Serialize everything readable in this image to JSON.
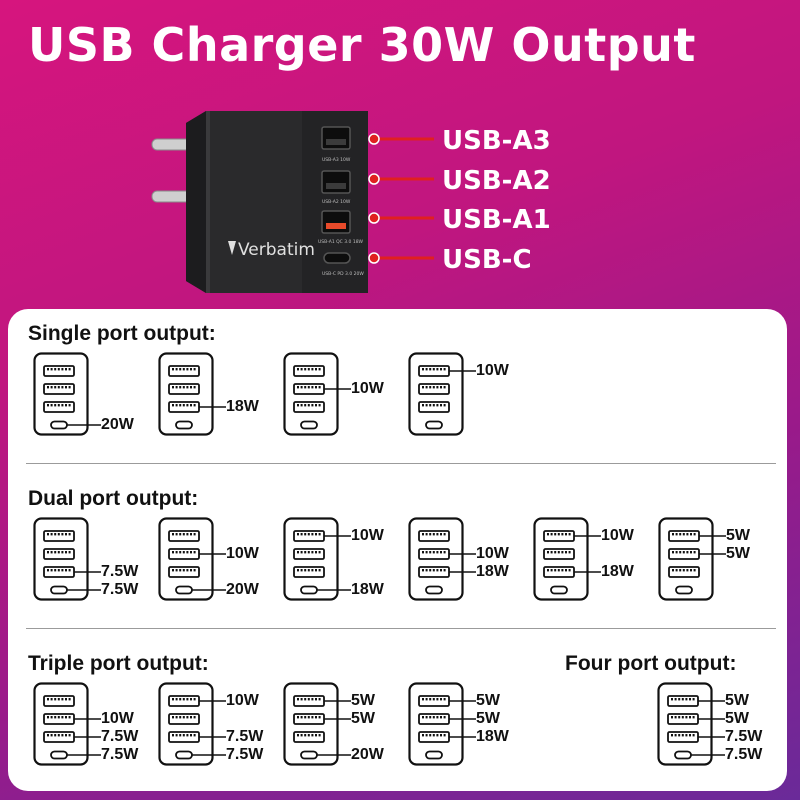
{
  "title": "USB Charger 30W Output",
  "brand": "Verbatim",
  "port_labels": [
    "USB-A3",
    "USB-A2",
    "USB-A1",
    "USB-C"
  ],
  "port_prints": [
    "USB-A3 10W",
    "USB-A2 10W",
    "USB-A1 QC 3.0 18W",
    "USB-C PD 3.0 20W"
  ],
  "colors": {
    "accent_red": "#e02020",
    "qc_orange": "#e84a2a",
    "gradient_top": "#d6157e",
    "gradient_bottom": "#6a2a99"
  },
  "sections": {
    "single": "Single port output:",
    "dual": "Dual port output:",
    "triple": "Triple port output:",
    "four": "Four port output:"
  },
  "diagrams": {
    "single": [
      {
        "ports": [
          "",
          "",
          "",
          "20W"
        ]
      },
      {
        "ports": [
          "",
          "",
          "18W",
          ""
        ]
      },
      {
        "ports": [
          "",
          "10W",
          "",
          ""
        ]
      },
      {
        "ports": [
          "10W",
          "",
          "",
          ""
        ]
      }
    ],
    "dual": [
      {
        "ports": [
          "",
          "",
          "7.5W",
          "7.5W"
        ]
      },
      {
        "ports": [
          "",
          "10W",
          "",
          "20W"
        ]
      },
      {
        "ports": [
          "10W",
          "",
          "",
          "18W"
        ]
      },
      {
        "ports": [
          "",
          "10W",
          "18W",
          ""
        ]
      },
      {
        "ports": [
          "10W",
          "",
          "18W",
          ""
        ]
      },
      {
        "ports": [
          "5W",
          "5W",
          "",
          ""
        ]
      }
    ],
    "triple": [
      {
        "ports": [
          "",
          "10W",
          "7.5W",
          "7.5W"
        ]
      },
      {
        "ports": [
          "10W",
          "",
          "7.5W",
          "7.5W"
        ]
      },
      {
        "ports": [
          "5W",
          "5W",
          "",
          "20W"
        ]
      },
      {
        "ports": [
          "5W",
          "5W",
          "18W",
          ""
        ]
      }
    ],
    "four": [
      {
        "ports": [
          "5W",
          "5W",
          "7.5W",
          "7.5W"
        ]
      }
    ]
  }
}
